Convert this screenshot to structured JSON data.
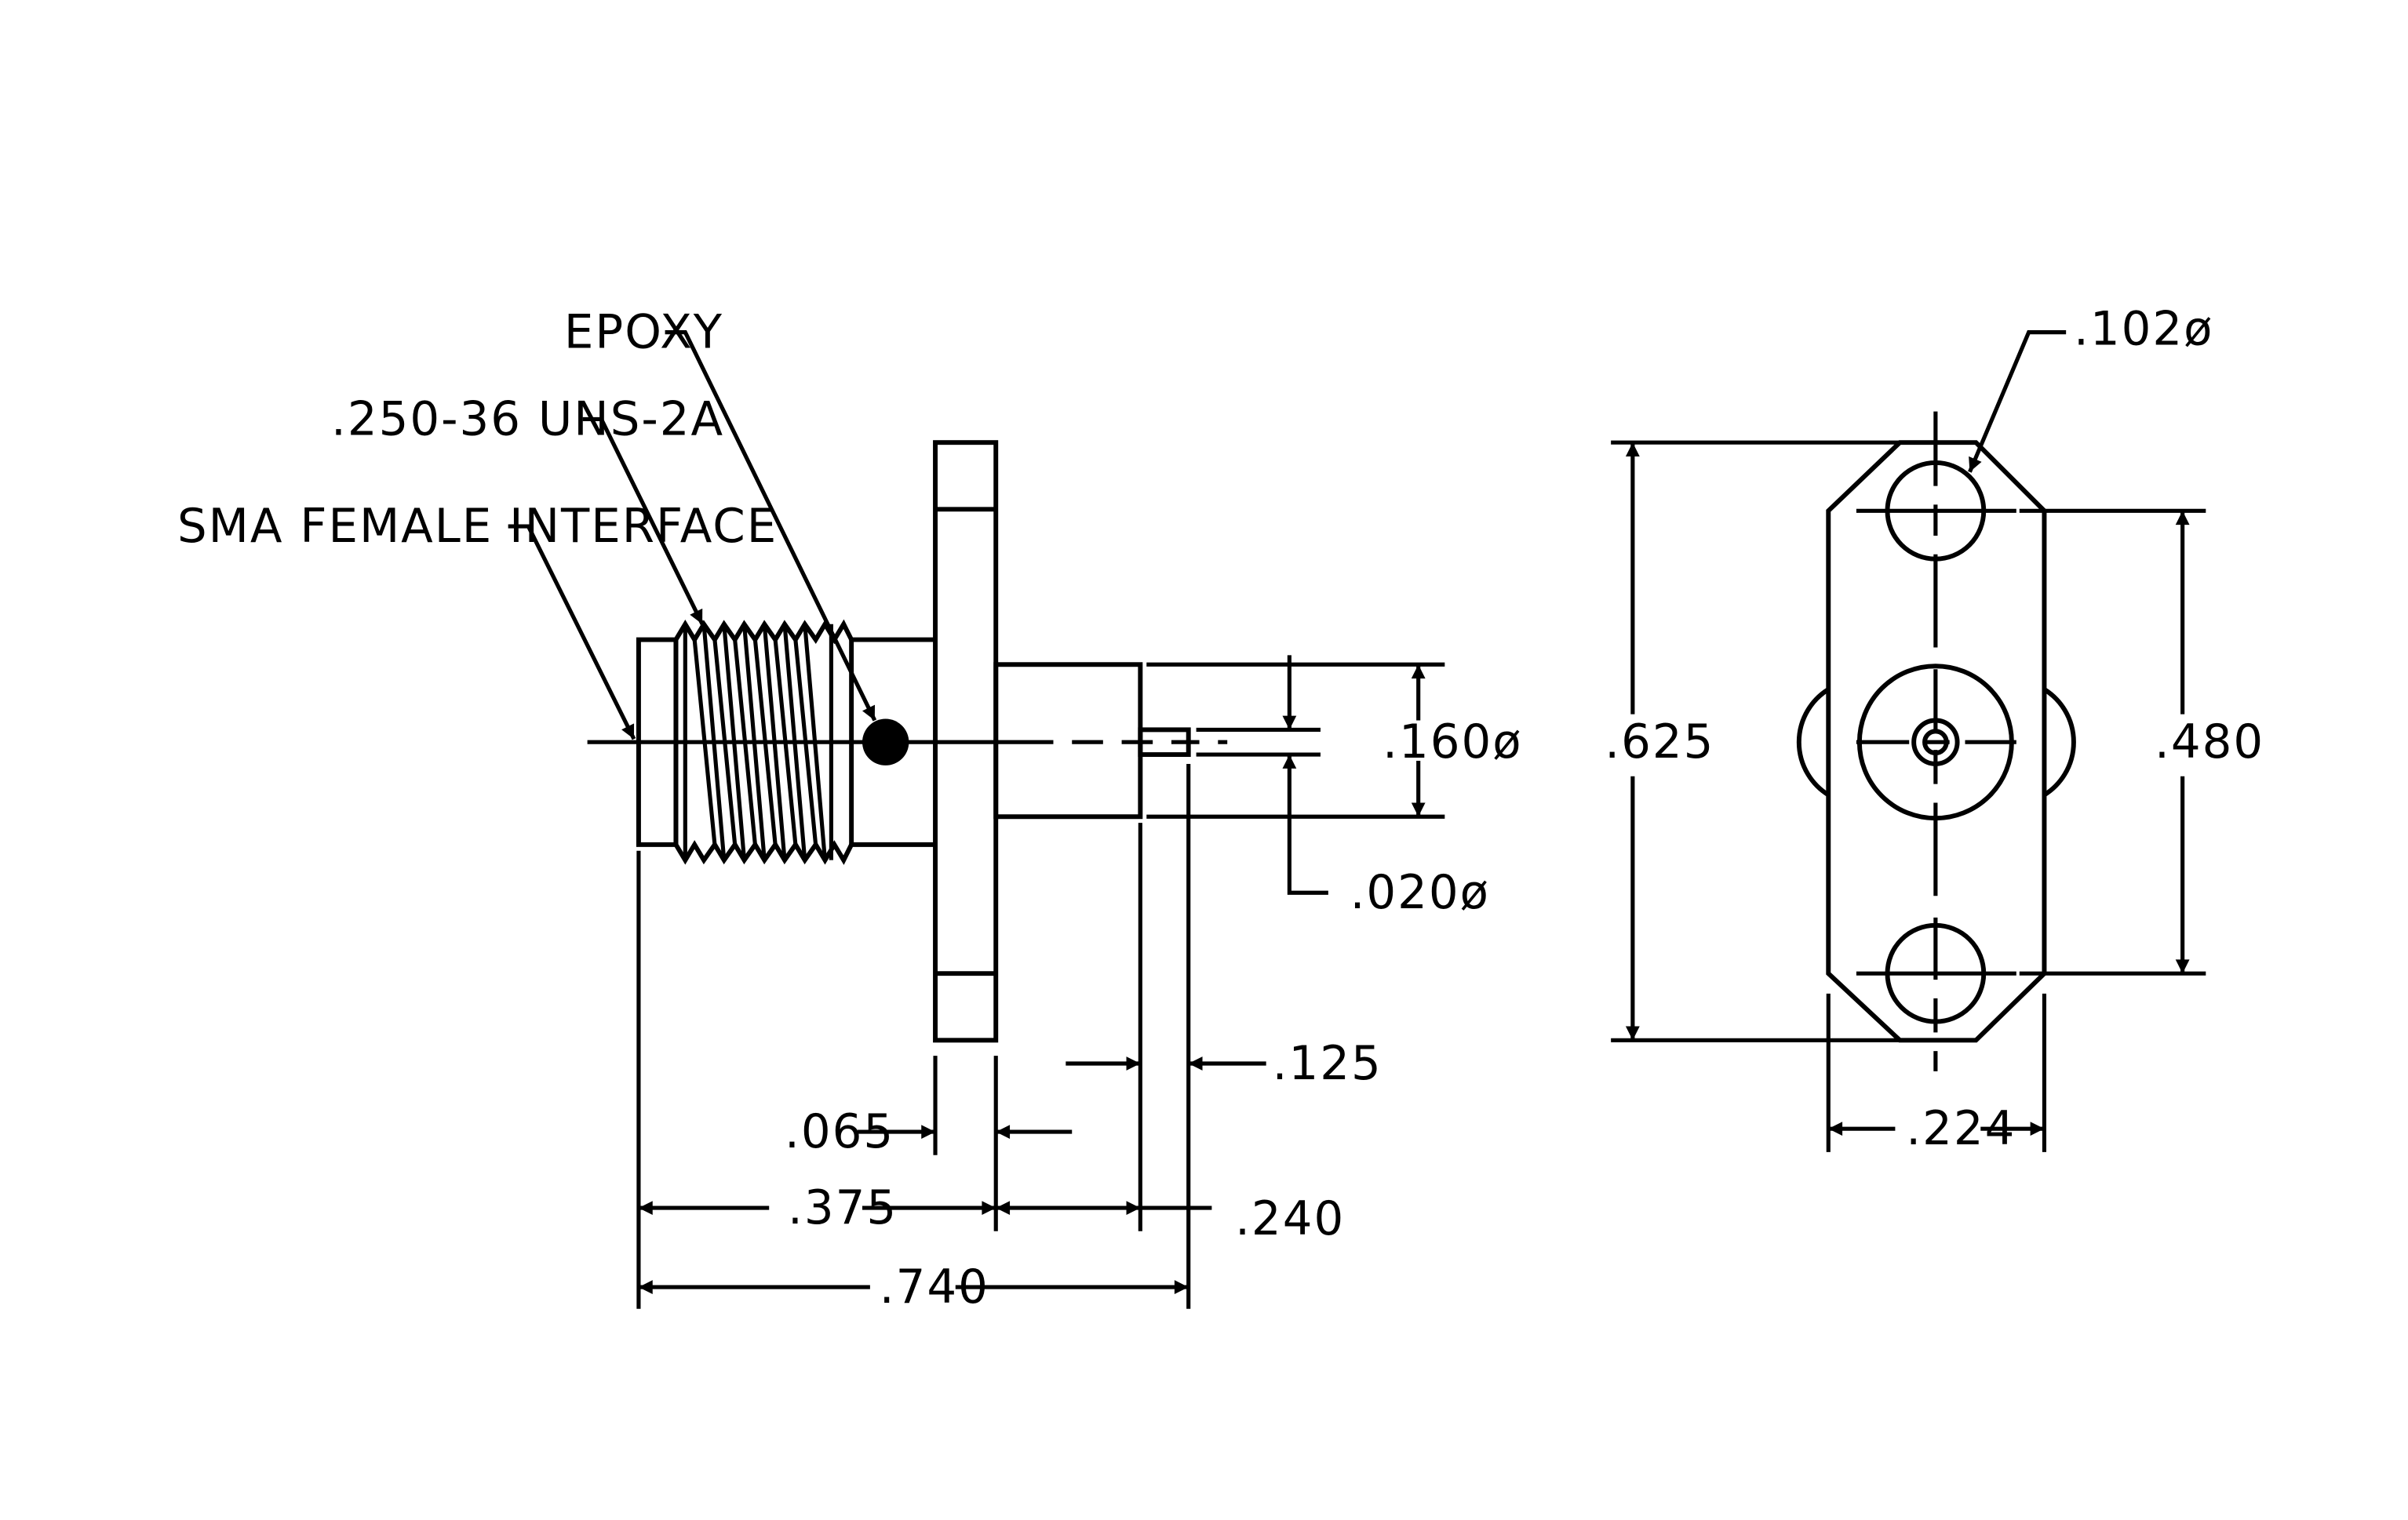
{
  "callouts": {
    "epoxy": "EPOXY",
    "thread": ".250-36 UNS-2A",
    "interface": "SMA FEMALE INTERFACE",
    "mount_hole": ".102ø"
  },
  "dimensions": {
    "flange_thickness": ".065",
    "body_length": ".375",
    "overall_length": ".740",
    "rear_length": ".240",
    "pin_length": ".125",
    "dielectric_dia": ".160ø",
    "pin_dia": ".020ø",
    "flange_height": ".625",
    "hole_spacing": ".480",
    "flange_width": ".224"
  },
  "colors": {
    "line": "#000000",
    "background": "#ffffff"
  }
}
